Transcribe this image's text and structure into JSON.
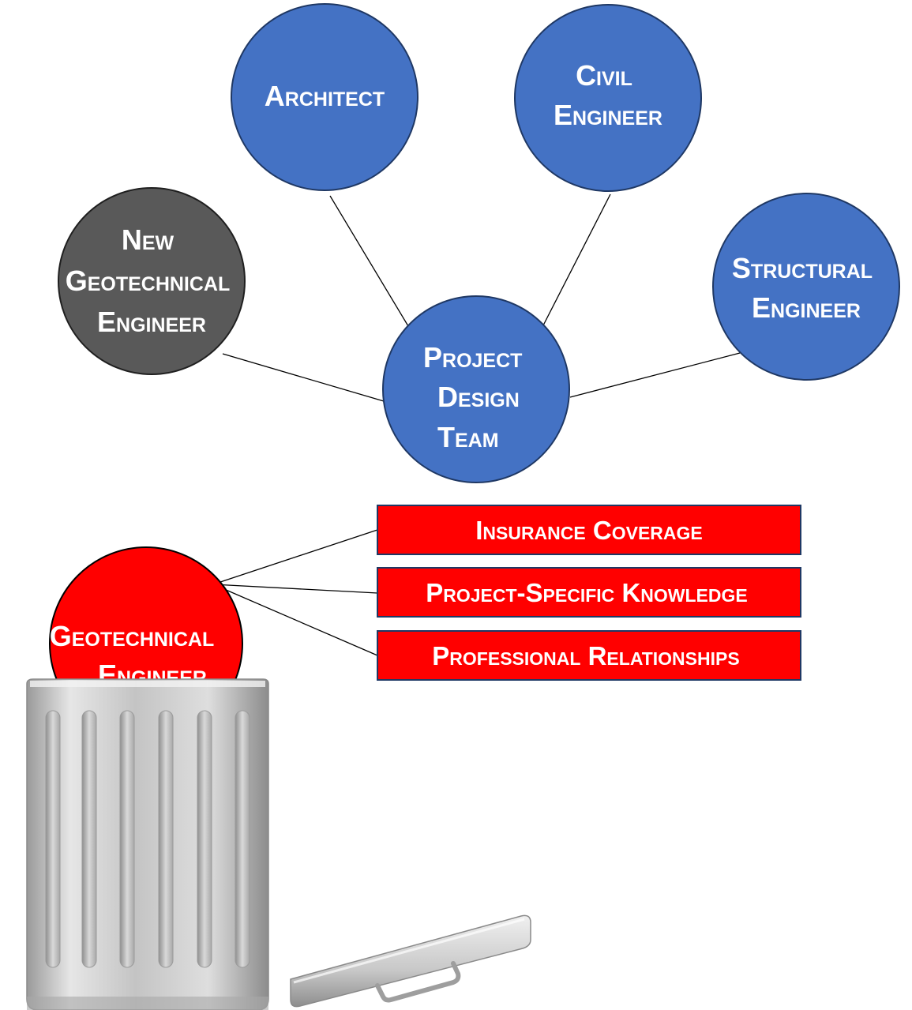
{
  "nodes": {
    "architect": {
      "lines": [
        "Architect"
      ],
      "color": "#4472C4"
    },
    "civil": {
      "lines": [
        "Civil",
        "Engineer"
      ],
      "color": "#4472C4"
    },
    "new_geo": {
      "lines": [
        "New",
        "Geotechnical",
        "Engineer"
      ],
      "color": "#595959"
    },
    "structural": {
      "lines": [
        "Structural",
        "Engineer"
      ],
      "color": "#4472C4"
    },
    "team": {
      "lines": [
        "Project",
        "Design",
        "Team"
      ],
      "color": "#4472C4"
    },
    "old_geo": {
      "lines": [
        "Geotechnical",
        "Engineer"
      ],
      "color": "#FF0000"
    }
  },
  "losses": [
    {
      "label": "Insurance Coverage"
    },
    {
      "label": "Project-Specific Knowledge"
    },
    {
      "label": "Professional Relationships"
    }
  ],
  "colors": {
    "loss_box": "#FF0000",
    "connector": "#000000",
    "node_text": "#FFFFFF",
    "trash_can": "#BFBFBF"
  },
  "icons": {
    "trash_can": "trash-can-icon",
    "trash_lid": "trash-lid-icon"
  }
}
